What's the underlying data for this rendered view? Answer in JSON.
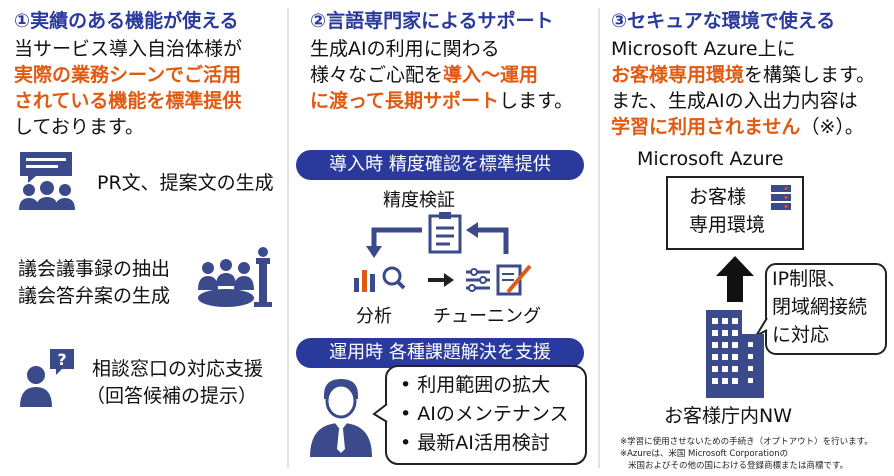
{
  "colors": {
    "navy": "#2a3a9c",
    "orange": "#e05a12",
    "icon": "#3a4a8a"
  },
  "col1": {
    "head": "①実績のある機能が使える",
    "line1": "当サービス導入自治体様が",
    "line2": "実際の業務シーンでご活用",
    "line3": "されている機能を標準提供",
    "line4": "しております。",
    "items": [
      {
        "icon": "presentation-icon",
        "text": "PR文、提案文の生成"
      },
      {
        "icon": "meeting-icon",
        "line1": "議会議事録の抽出",
        "line2": "議会答弁案の生成"
      },
      {
        "icon": "question-person-icon",
        "line1": "相談窓口の対応支援",
        "line2": "（回答候補の提示）"
      }
    ]
  },
  "col2": {
    "head": "②言語専門家によるサポート",
    "line1": "生成AIの利用に関わる",
    "line2a": "様々なご心配を",
    "line2b": "導入～運用",
    "line3a": "に渡って長期サポート",
    "line3b": "します。",
    "pill1": "導入時 精度確認を標準提供",
    "cycle": {
      "top": "精度検証",
      "left": "分析",
      "right": "チューニング"
    },
    "pill2": "運用時 各種課題解決を支援",
    "bullets": [
      "利用範囲の拡大",
      "AIのメンテナンス",
      "最新AI活用検討"
    ]
  },
  "col3": {
    "head": "③セキュアな環境で使える",
    "line1": "Microsoft Azure上に",
    "line2a": "お客様専用環境",
    "line2b": "を構築します。",
    "line3": "また、生成AIの入出力内容は",
    "line4a": "学習に利用されません",
    "line4b": "（※）。",
    "azure_label": "Microsoft Azure",
    "env_line1": "お客様",
    "env_line2": "専用環境",
    "ip_line1": "IP制限、",
    "ip_line2": "閉域網接続",
    "ip_line3": "に対応",
    "nw_label": "お客様庁内NW",
    "note1": "※学習に使用させないための手続き（オプトアウト）を行います。",
    "note2": "※Azureは、米国 Microsoft Corporationの",
    "note3": "米国およびその他の国における登録商標または商標です。"
  }
}
